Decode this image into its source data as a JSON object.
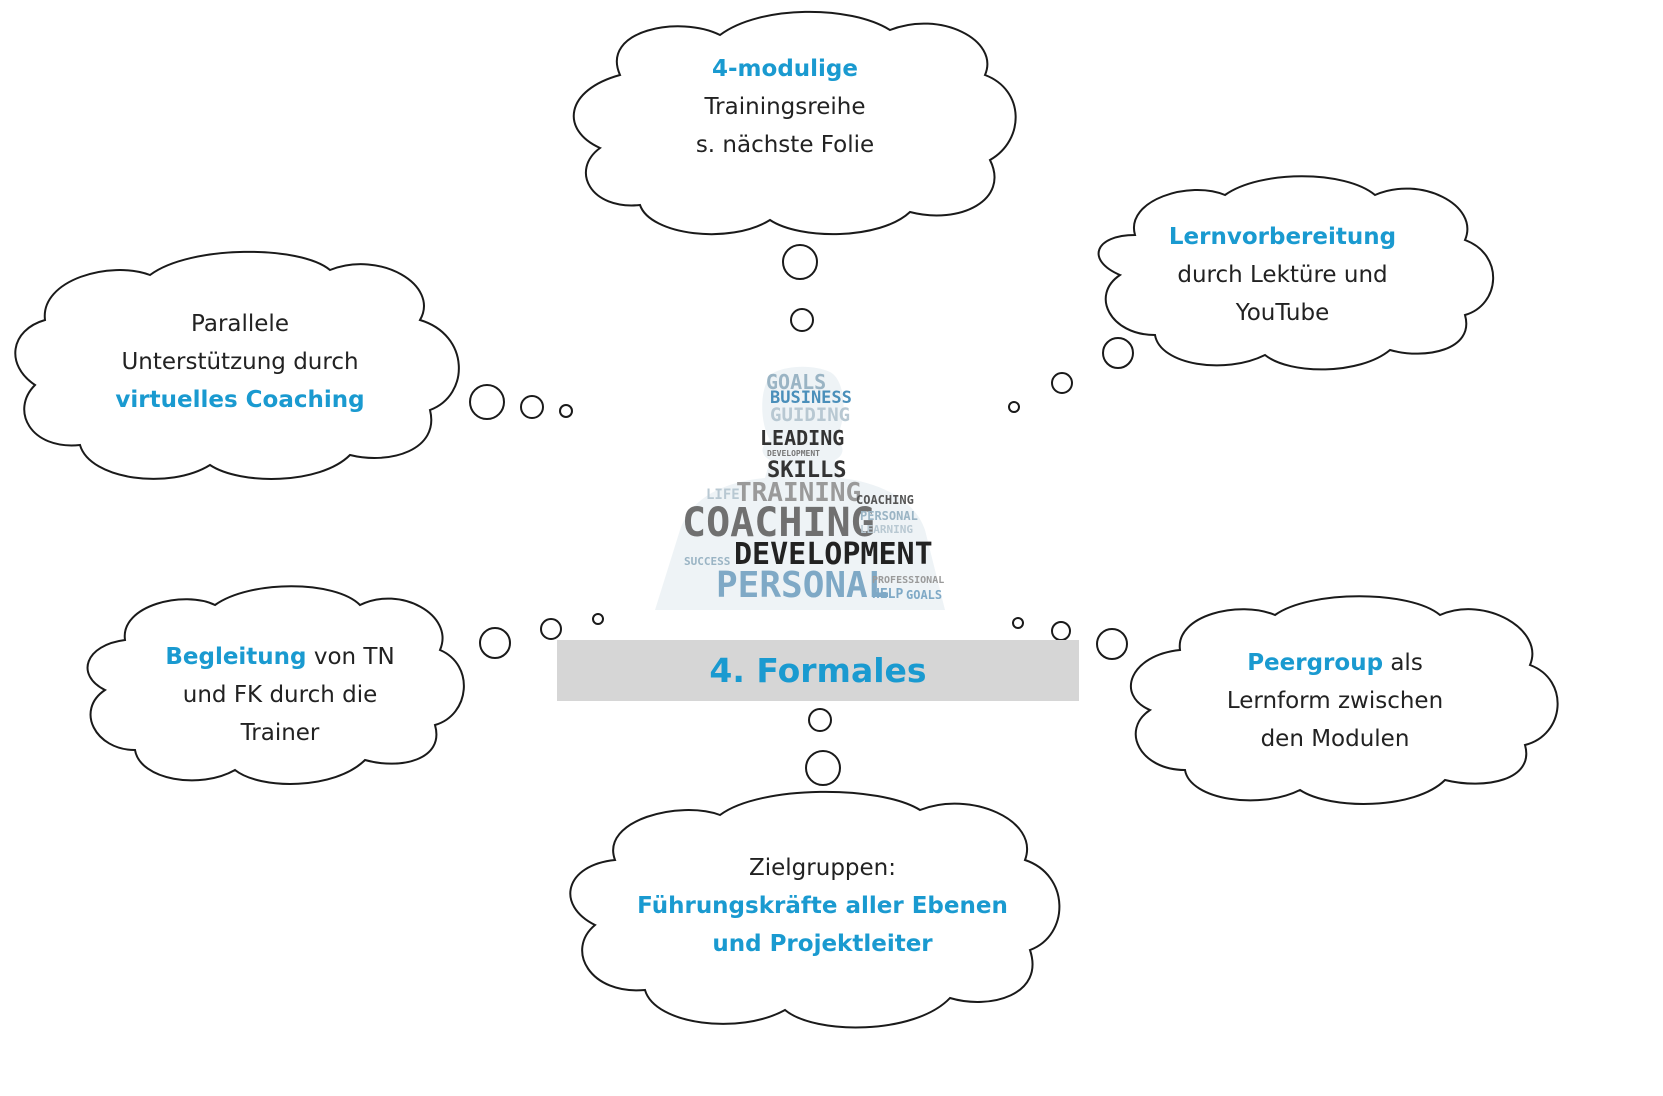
{
  "title": "4. Formales",
  "colors": {
    "accent": "#1a9ad0",
    "text": "#222222",
    "bar": "#d6d6d6",
    "outline": "#1a1a1a"
  },
  "clouds": {
    "top": {
      "highlight": "4-modulige",
      "line2": "Trainingsreihe",
      "line3": "s. nächste Folie"
    },
    "left": {
      "line1": "Parallele",
      "line2": "Unterstützung durch",
      "highlight": "virtuelles Coaching"
    },
    "right": {
      "highlight": "Lernvorbereitung",
      "line2": "durch Lektüre und",
      "line3": "YouTube"
    },
    "bottom_left": {
      "highlight": "Begleitung",
      "line1_rest": " von TN",
      "line2": "und FK durch die",
      "line3": "Trainer"
    },
    "bottom_right": {
      "highlight": "Peergroup",
      "line1_rest": " als",
      "line2": "Lernform zwischen",
      "line3": "den Modulen"
    },
    "bottom": {
      "line1": "Zielgruppen:",
      "highlight1": "Führungskräfte aller Ebenen",
      "highlight2": "und Projektleiter"
    }
  },
  "word_cloud": {
    "goals": "GOALS",
    "business": "BUSINESS",
    "guiding": "GUIDING",
    "leading": "LEADING",
    "development_small": "DEVELOPMENT",
    "skills": "SKILLS",
    "life": "LIFE",
    "training": "TRAINING",
    "coaching_small": "COACHING",
    "coaching": "COACHING",
    "personal_small": "PERSONAL",
    "learning": "LEARNING",
    "development": "DEVELOPMENT",
    "success": "SUCCESS",
    "personal": "PERSONAL",
    "professional": "PROFESSIONAL",
    "help": "HELP",
    "goals_small": "GOALS"
  }
}
